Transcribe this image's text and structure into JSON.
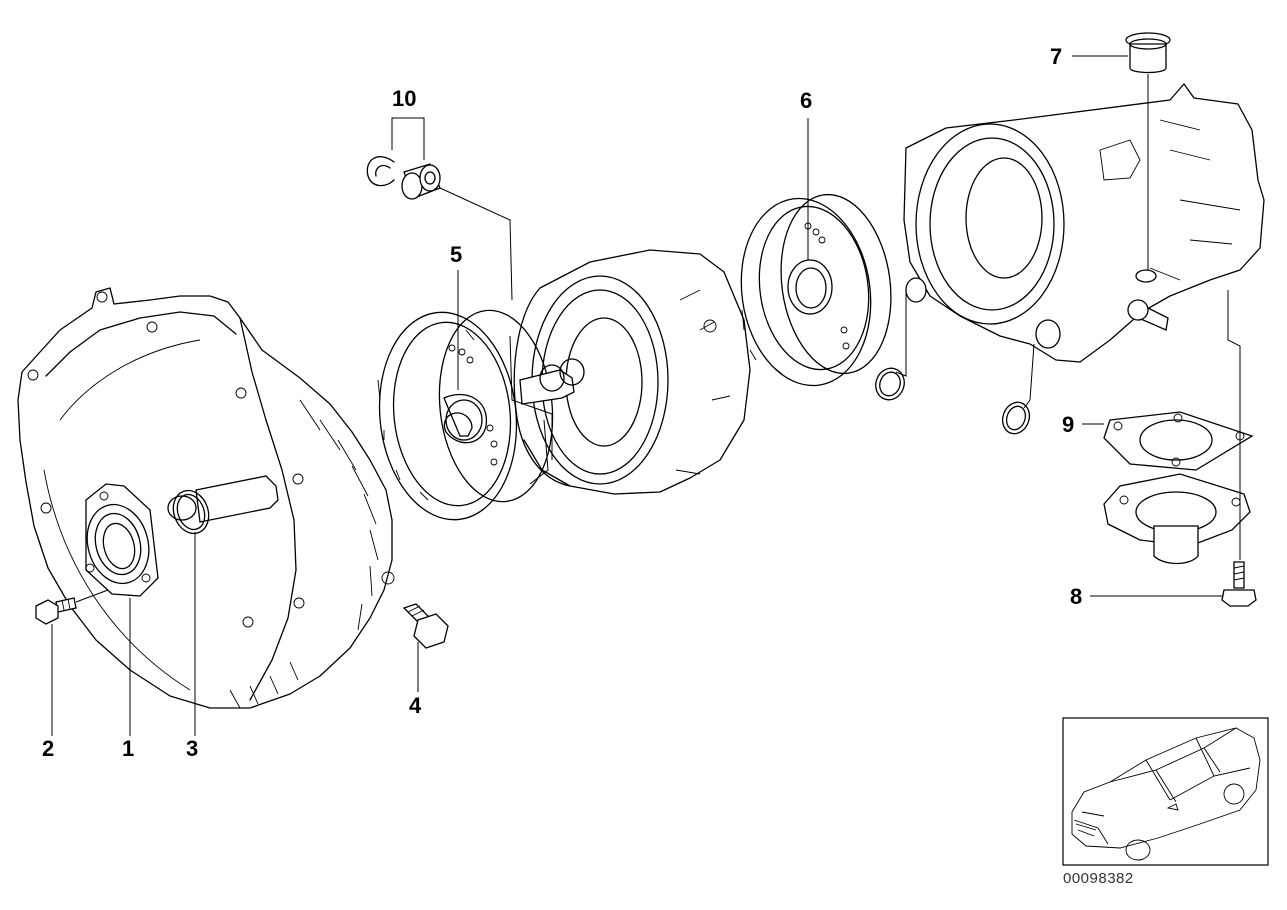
{
  "diagram": {
    "callouts": [
      {
        "id": "c1",
        "label": "1"
      },
      {
        "id": "c2",
        "label": "2"
      },
      {
        "id": "c3",
        "label": "3"
      },
      {
        "id": "c4",
        "label": "4"
      },
      {
        "id": "c5",
        "label": "5"
      },
      {
        "id": "c6",
        "label": "6"
      },
      {
        "id": "c7",
        "label": "7"
      },
      {
        "id": "c8",
        "label": "8"
      },
      {
        "id": "c9",
        "label": "9"
      },
      {
        "id": "c10",
        "label": "10"
      }
    ],
    "reference_number": "00098382"
  }
}
